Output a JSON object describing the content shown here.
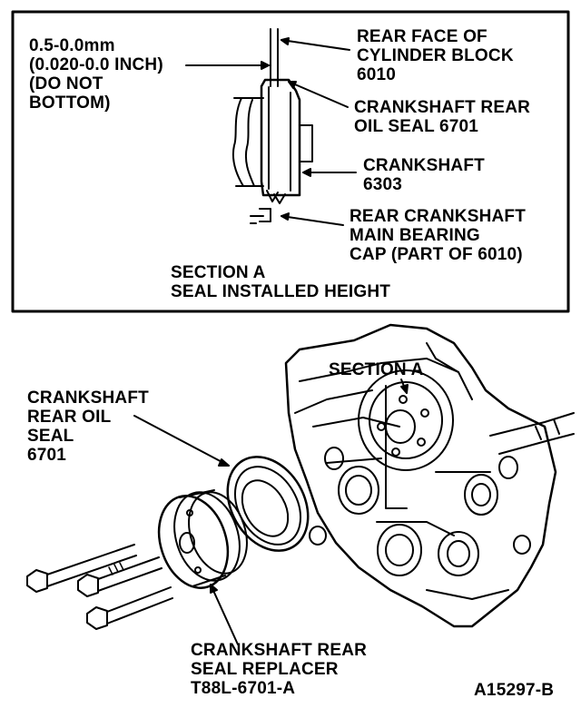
{
  "section_box": {
    "clearance_label": [
      "0.5-0.0mm",
      "(0.020-0.0 INCH)",
      "(DO NOT",
      "BOTTOM)"
    ],
    "rear_face_label": [
      "REAR FACE OF",
      "CYLINDER BLOCK",
      "6010"
    ],
    "seal_label": [
      "CRANKSHAFT REAR",
      "OIL SEAL 6701"
    ],
    "crankshaft_label": [
      "CRANKSHAFT",
      "6303"
    ],
    "bearing_cap_label": [
      "REAR CRANKSHAFT",
      "MAIN BEARING",
      "CAP (PART OF 6010)"
    ],
    "caption": [
      "SECTION A",
      "SEAL INSTALLED HEIGHT"
    ]
  },
  "assembly": {
    "section_callout": "SECTION A",
    "oil_seal_label": [
      "CRANKSHAFT",
      "REAR OIL",
      "SEAL",
      "6701"
    ],
    "tool_label": [
      "CRANKSHAFT REAR",
      "SEAL REPLACER",
      "T88L-6701-A"
    ],
    "figure_id": "A15297-B"
  },
  "colors": {
    "ink": "#000000",
    "paper": "#ffffff"
  }
}
